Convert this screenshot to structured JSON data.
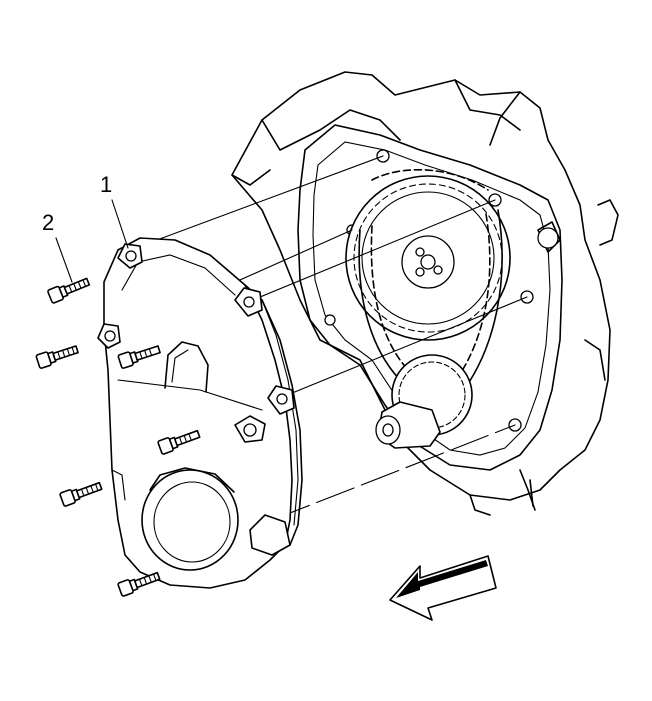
{
  "figure": {
    "callouts": [
      {
        "id": "callout-1",
        "label": "1"
      },
      {
        "id": "callout-2",
        "label": "2"
      }
    ],
    "parts": {
      "cover": "timing-chain-cover",
      "bolt": "cover-bolt",
      "engine": "engine-block-front",
      "direction": "direction-arrow"
    },
    "colors": {
      "ink": "#000000",
      "paper": "#ffffff"
    }
  }
}
